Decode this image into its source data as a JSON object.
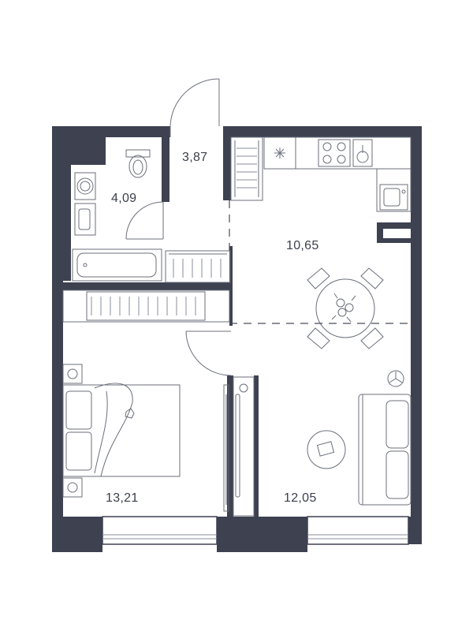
{
  "rooms": {
    "hall": {
      "area": "3,87"
    },
    "bathroom": {
      "area": "4,09"
    },
    "kitchen": {
      "area": "10,65"
    },
    "bedroom": {
      "area": "13,21"
    },
    "living": {
      "area": "12,05"
    }
  },
  "icons": {
    "smoke_detector": "asterisk",
    "ceiling_fan": "fan-icon",
    "table_decor": "flower-icon"
  },
  "colors": {
    "wall": "#3d4150",
    "line": "#8a8e99",
    "text": "#3b3f4c"
  }
}
